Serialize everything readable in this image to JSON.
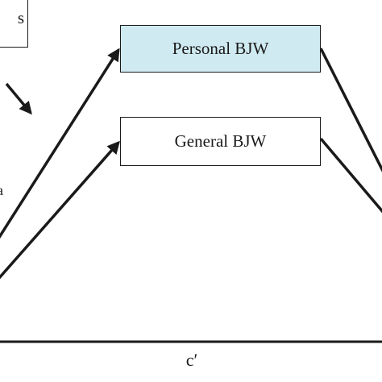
{
  "boxes": {
    "partial_label": "s",
    "personal": {
      "label": "Personal BJW",
      "fill": "#cfeaf0"
    },
    "general": {
      "label": "General BJW",
      "fill": "#ffffff"
    }
  },
  "edge_glyph": "a",
  "path_label": "c′",
  "colors": {
    "line": "#1a1a1a"
  }
}
